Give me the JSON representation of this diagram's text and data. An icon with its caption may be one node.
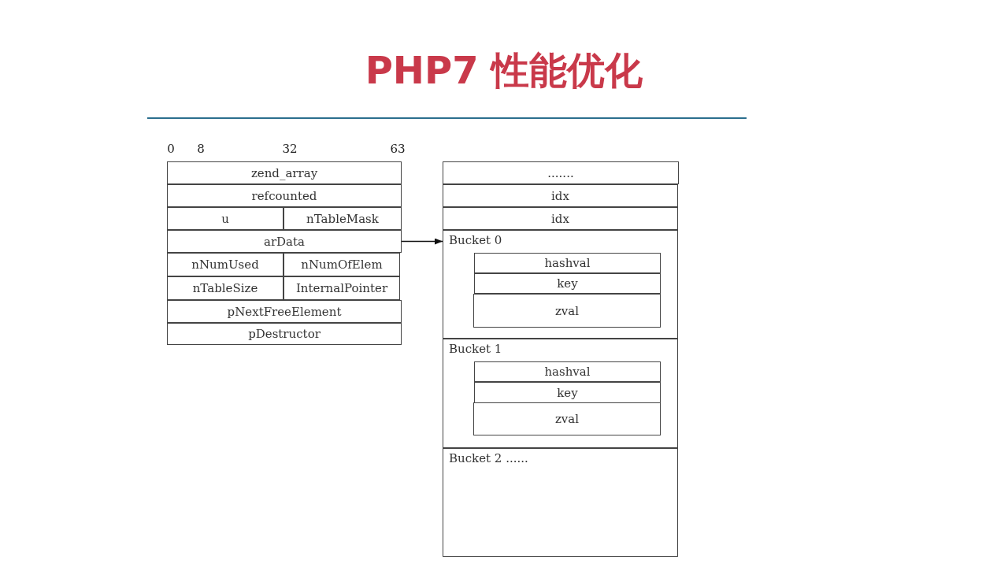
{
  "diagram": {
    "title": "PHP7 性能优化",
    "nodes": [
      {
        "text": [
          "zend_array"
        ]
      },
      {
        "text": [
          "refcounted"
        ]
      },
      {
        "text": [
          "u"
        ]
      },
      {
        "text": [
          "nTableMask"
        ]
      },
      {
        "text": [
          "arData"
        ]
      },
      {
        "text": [
          "nNumUsed"
        ]
      },
      {
        "text": [
          "nNumOfElem"
        ]
      },
      {
        "text": [
          "nTableSize"
        ]
      },
      {
        "text": [
          "InternalPointer"
        ]
      },
      {
        "text": [
          "pNextFreeElement"
        ]
      },
      {
        "text": [
          "pDestructor"
        ]
      },
      {
        "text": [
          "......."
        ]
      },
      {
        "text": [
          "idx"
        ]
      },
      {
        "text": [
          "idx"
        ]
      },
      {
        "text": [
          "Bucket 0"
        ]
      },
      {
        "text": [
          "hashval"
        ],
        "in": 14
      },
      {
        "text": [
          "key"
        ],
        "in": 14
      },
      {
        "text": [
          "zval"
        ],
        "in": 14
      },
      {
        "text": [
          "Bucket 1"
        ]
      },
      {
        "text": [
          "hashval"
        ],
        "in": 18
      },
      {
        "text": [
          "key"
        ],
        "in": 18
      },
      {
        "text": [
          "zval"
        ],
        "in": 18
      },
      {
        "text": [
          "Bucket 2 ......"
        ]
      }
    ],
    "edges": [
      {
        "from": 4,
        "to": 14,
        "arrow": "to"
      }
    ],
    "labels": [
      "0",
      "8",
      "32",
      "63"
    ]
  }
}
